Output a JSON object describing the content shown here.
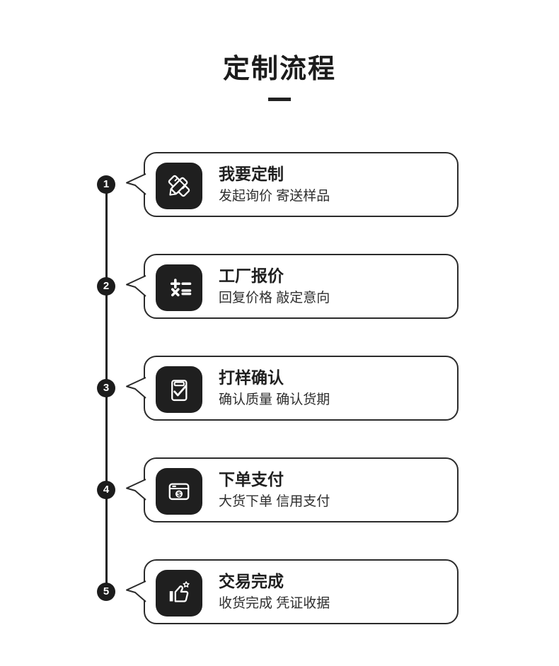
{
  "header": {
    "title": "定制流程"
  },
  "steps": [
    {
      "number": "1",
      "icon": "pencil-ruler-icon",
      "title": "我要定制",
      "subtitle": "发起询价 寄送样品"
    },
    {
      "number": "2",
      "icon": "calculator-icon",
      "title": "工厂报价",
      "subtitle": "回复价格 敲定意向"
    },
    {
      "number": "3",
      "icon": "clipboard-check-icon",
      "title": "打样确认",
      "subtitle": "确认质量 确认货期"
    },
    {
      "number": "4",
      "icon": "payment-window-icon",
      "title": "下单支付",
      "subtitle": "大货下单 信用支付"
    },
    {
      "number": "5",
      "icon": "thumbs-up-star-icon",
      "title": "交易完成",
      "subtitle": "收货完成 凭证收据"
    }
  ],
  "colors": {
    "ink": "#1f1f1f",
    "card_border": "#2b2b2b",
    "background": "#ffffff",
    "icon_bg": "#1f1f1f",
    "icon_fg": "#ffffff"
  }
}
